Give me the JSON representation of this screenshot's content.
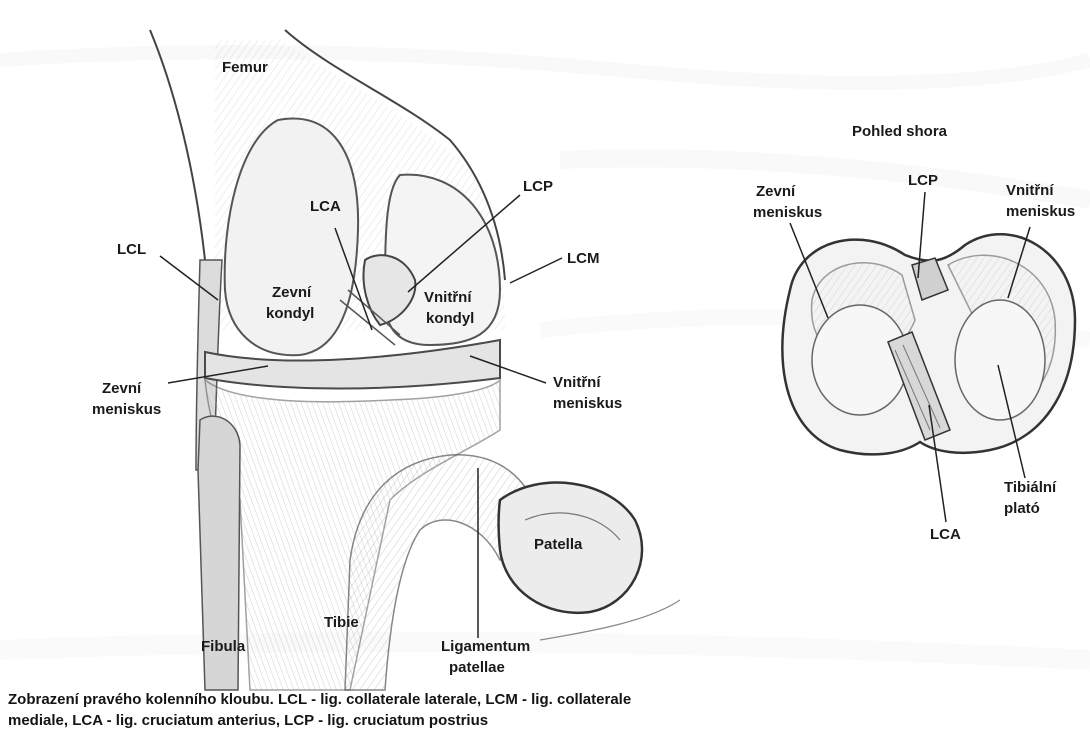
{
  "front_view": {
    "femur": "Femur",
    "lcl": "LCL",
    "lca": "LCA",
    "lcp": "LCP",
    "lcm": "LCM",
    "lateral_condyle": [
      "Zevní",
      "kondyl"
    ],
    "medial_condyle": [
      "Vnitřní",
      "kondyl"
    ],
    "lateral_meniscus": [
      "Zevní",
      "meniskus"
    ],
    "medial_meniscus": [
      "Vnitřní",
      "meniskus"
    ],
    "patella": "Patella",
    "tibia": "Tibie",
    "fibula": "Fibula",
    "patellar_ligament": [
      "Ligamentum",
      "patellae"
    ]
  },
  "top_view": {
    "title": "Pohled shora",
    "lateral_meniscus": [
      "Zevní",
      "meniskus"
    ],
    "lcp": "LCP",
    "medial_meniscus": [
      "Vnitřní",
      "meniskus"
    ],
    "tibial_plateau": [
      "Tibiální",
      "plató"
    ],
    "lca": "LCA"
  },
  "caption": [
    "Zobrazení pravého kolenního kloubu. LCL - lig. collaterale laterale, LCM - lig. collaterale",
    "mediale, LCA - lig. cruciatum anterius, LCP - lig. cruciatum postrius"
  ]
}
